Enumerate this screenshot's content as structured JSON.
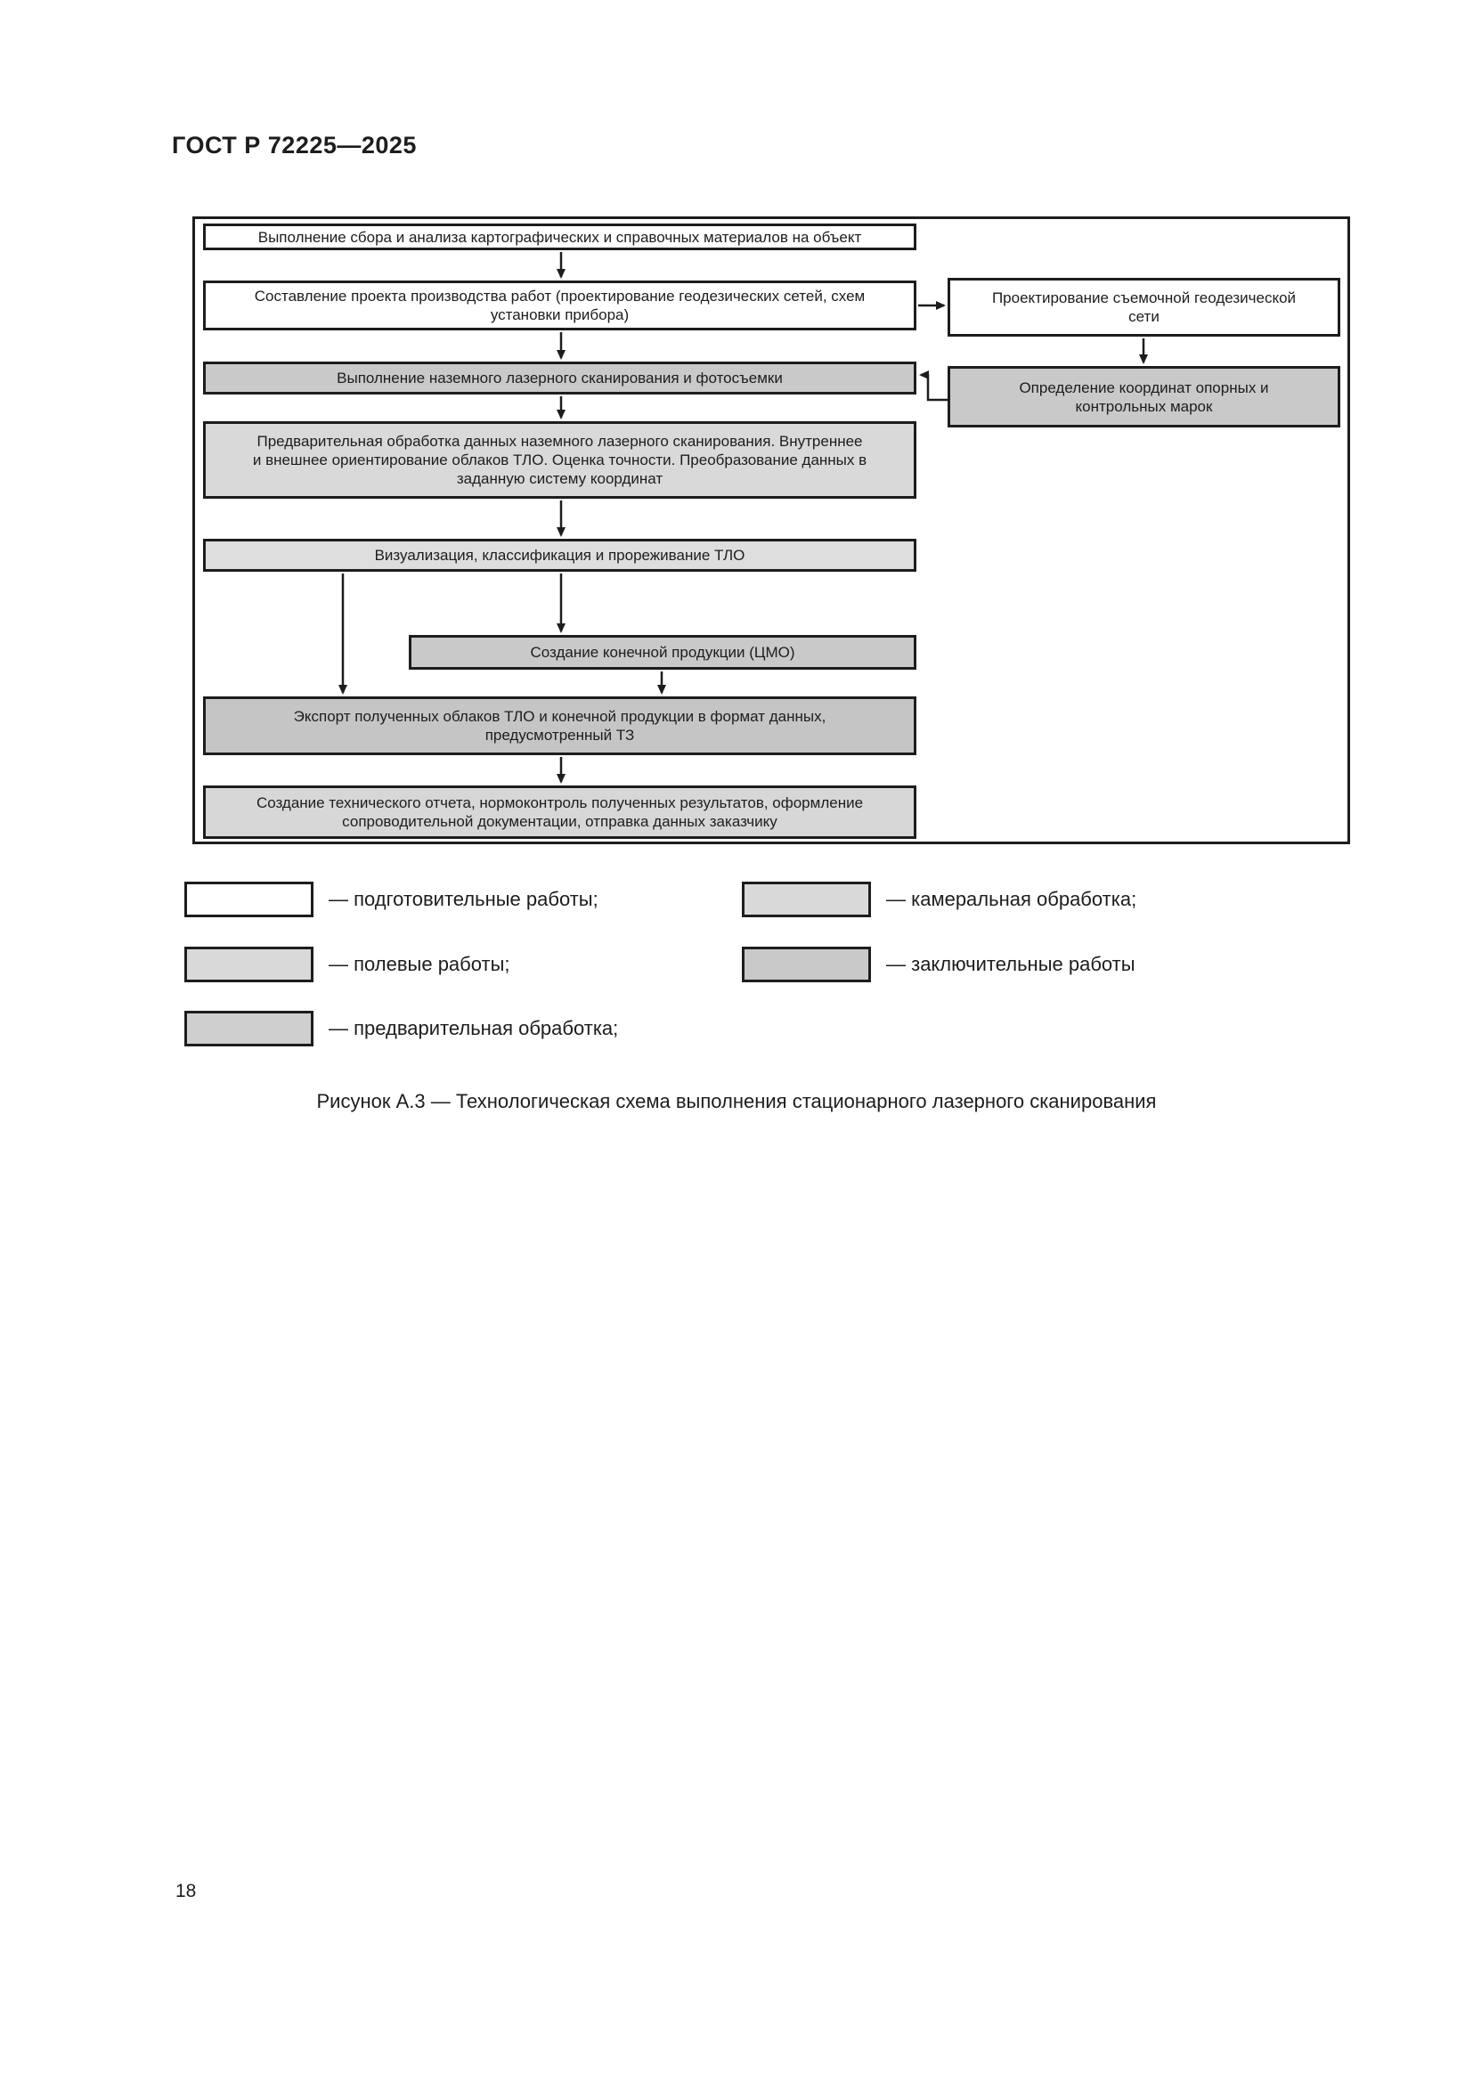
{
  "page": {
    "header": "ГОСТ Р 72225—2025",
    "page_number": "18",
    "figure_caption": "Рисунок А.3 — Технологическая схема выполнения стационарного лазерного сканирования"
  },
  "colors": {
    "ink": "#1d1d1d",
    "prep_white": "#ffffff",
    "field_gray": "#c9c9c9",
    "preprocess_gray": "#d9d9d9",
    "office_gray": "#dedede",
    "final_gray": "#c5c5c5"
  },
  "flowchart": {
    "nodes": [
      {
        "text": "Выполнение сбора и анализа картографических и справочных материалов на объект",
        "fill": "#ffffff"
      },
      {
        "text": "Составление проекта производства работ (проектирование геодезических сетей, схем\nустановки прибора)",
        "fill": "#ffffff"
      },
      {
        "text": "Выполнение наземного лазерного сканирования и фотосъемки",
        "fill": "#c9c9c9"
      },
      {
        "text": "Предварительная обработка данных наземного лазерного сканирования. Внутреннее\nи внешнее ориентирование облаков ТЛО. Оценка точности. Преобразование данных в\nзаданную систему координат",
        "fill": "#d9d9d9"
      },
      {
        "text": "Визуализация, классификация и прореживание ТЛО",
        "fill": "#dedede"
      },
      {
        "text": "Создание конечной продукции (ЦМО)",
        "fill": "#c9c9c9"
      },
      {
        "text": "Экспорт полученных облаков ТЛО и конечной продукции в формат данных,\nпредусмотренный ТЗ",
        "fill": "#c5c5c5"
      },
      {
        "text": "Создание технического отчета, нормоконтроль полученных результатов, оформление\nсопроводительной документации, отправка данных заказчику",
        "fill": "#d7d7d7"
      },
      {
        "text": "Проектирование съемочной геодезической\nсети",
        "fill": "#ffffff"
      },
      {
        "text": "Определение координат опорных и\nконтрольных марок",
        "fill": "#c9c9c9"
      }
    ]
  },
  "legend": {
    "items": [
      {
        "label": "— подготовительные работы;",
        "fill": "#ffffff"
      },
      {
        "label": "— полевые работы;",
        "fill": "#d9d9d9"
      },
      {
        "label": "— предварительная обработка;",
        "fill": "#cfcfcf"
      },
      {
        "label": "— камеральная обработка;",
        "fill": "#d9d9d9"
      },
      {
        "label": "— заключительные работы",
        "fill": "#c9c9c9"
      }
    ]
  }
}
